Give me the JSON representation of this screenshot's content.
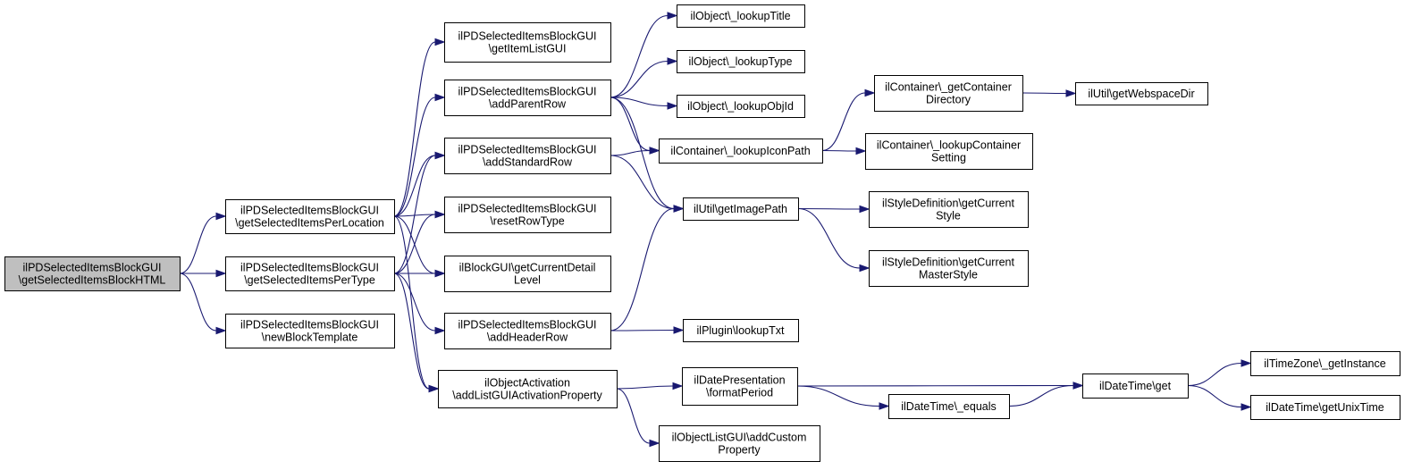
{
  "nodes": {
    "root": [
      "ilPDSelectedItemsBlockGUI",
      "\\getSelectedItemsBlockHTML"
    ],
    "perLocation": [
      "ilPDSelectedItemsBlockGUI",
      "\\getSelectedItemsPerLocation"
    ],
    "perType": [
      "ilPDSelectedItemsBlockGUI",
      "\\getSelectedItemsPerType"
    ],
    "newBlockTemplate": [
      "ilPDSelectedItemsBlockGUI",
      "\\newBlockTemplate"
    ],
    "getItemListGUI": [
      "ilPDSelectedItemsBlockGUI",
      "\\getItemListGUI"
    ],
    "addParentRow": [
      "ilPDSelectedItemsBlockGUI",
      "\\addParentRow"
    ],
    "addStandardRow": [
      "ilPDSelectedItemsBlockGUI",
      "\\addStandardRow"
    ],
    "resetRowType": [
      "ilPDSelectedItemsBlockGUI",
      "\\resetRowType"
    ],
    "getCurrentDetailLevel": [
      "ilBlockGUI\\getCurrentDetail",
      "Level"
    ],
    "addHeaderRow": [
      "ilPDSelectedItemsBlockGUI",
      "\\addHeaderRow"
    ],
    "addListGUIActivationProperty": [
      "ilObjectActivation",
      "\\addListGUIActivationProperty"
    ],
    "lookupTitle": [
      "ilObject\\_lookupTitle"
    ],
    "lookupType": [
      "ilObject\\_lookupType"
    ],
    "lookupObjId": [
      "ilObject\\_lookupObjId"
    ],
    "lookupIconPath": [
      "ilContainer\\_lookupIconPath"
    ],
    "getImagePath": [
      "ilUtil\\getImagePath"
    ],
    "lookupTxt": [
      "ilPlugin\\lookupTxt"
    ],
    "formatPeriod": [
      "ilDatePresentation",
      "\\formatPeriod"
    ],
    "addCustomProperty": [
      "ilObjectListGUI\\addCustom",
      "Property"
    ],
    "getContainerDirectory": [
      "ilContainer\\_getContainer",
      "Directory"
    ],
    "lookupContainerSetting": [
      "ilContainer\\_lookupContainer",
      "Setting"
    ],
    "getCurrentStyle": [
      "ilStyleDefinition\\getCurrent",
      "Style"
    ],
    "getCurrentMasterStyle": [
      "ilStyleDefinition\\getCurrent",
      "MasterStyle"
    ],
    "getWebspaceDir": [
      "ilUtil\\getWebspaceDir"
    ],
    "dateEquals": [
      "ilDateTime\\_equals"
    ],
    "dateGet": [
      "ilDateTime\\get"
    ],
    "getInstance": [
      "ilTimeZone\\_getInstance"
    ],
    "getUnixTime": [
      "ilDateTime\\getUnixTime"
    ]
  },
  "edges": [
    [
      "root",
      "perLocation"
    ],
    [
      "root",
      "perType"
    ],
    [
      "root",
      "newBlockTemplate"
    ],
    [
      "perLocation",
      "getItemListGUI"
    ],
    [
      "perLocation",
      "addParentRow"
    ],
    [
      "perLocation",
      "addStandardRow"
    ],
    [
      "perLocation",
      "resetRowType"
    ],
    [
      "perLocation",
      "getCurrentDetailLevel"
    ],
    [
      "perLocation",
      "addListGUIActivationProperty"
    ],
    [
      "perType",
      "addStandardRow"
    ],
    [
      "perType",
      "resetRowType"
    ],
    [
      "perType",
      "getCurrentDetailLevel"
    ],
    [
      "perType",
      "addHeaderRow"
    ],
    [
      "perType",
      "addListGUIActivationProperty"
    ],
    [
      "addParentRow",
      "lookupTitle"
    ],
    [
      "addParentRow",
      "lookupType"
    ],
    [
      "addParentRow",
      "lookupObjId"
    ],
    [
      "addParentRow",
      "lookupIconPath"
    ],
    [
      "addParentRow",
      "getImagePath"
    ],
    [
      "addStandardRow",
      "lookupIconPath"
    ],
    [
      "addStandardRow",
      "getImagePath"
    ],
    [
      "addHeaderRow",
      "getImagePath"
    ],
    [
      "addHeaderRow",
      "lookupTxt"
    ],
    [
      "addListGUIActivationProperty",
      "formatPeriod"
    ],
    [
      "addListGUIActivationProperty",
      "addCustomProperty"
    ],
    [
      "lookupIconPath",
      "getContainerDirectory"
    ],
    [
      "lookupIconPath",
      "lookupContainerSetting"
    ],
    [
      "getContainerDirectory",
      "getWebspaceDir"
    ],
    [
      "getImagePath",
      "getCurrentStyle"
    ],
    [
      "getImagePath",
      "getCurrentMasterStyle"
    ],
    [
      "formatPeriod",
      "dateGet"
    ],
    [
      "formatPeriod",
      "dateEquals"
    ],
    [
      "dateEquals",
      "dateGet"
    ],
    [
      "dateGet",
      "getInstance"
    ],
    [
      "dateGet",
      "getUnixTime"
    ]
  ]
}
